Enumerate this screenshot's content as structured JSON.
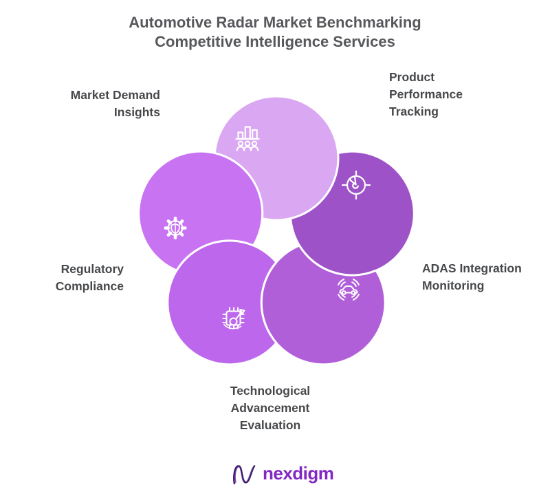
{
  "title": {
    "lines": [
      "Automotive Radar Market Benchmarking",
      "Competitive Intelligence Services"
    ]
  },
  "diagram": {
    "type": "pinwheel-cycle",
    "icon_stroke": "#ffffff",
    "segments": [
      {
        "name": "market-demand-insights",
        "label_lines": [
          "Market Demand",
          "Insights"
        ],
        "color": "#daa7f2",
        "icon": "bar-chart-people-icon",
        "position": "top"
      },
      {
        "name": "product-performance-tracking",
        "label_lines": [
          "Product",
          "Performance",
          "Tracking"
        ],
        "color": "#9e52c7",
        "icon": "gauge-icon",
        "position": "top-right"
      },
      {
        "name": "adas-integration-monitoring",
        "label_lines": [
          "ADAS Integration",
          "Monitoring"
        ],
        "color": "#b15fd9",
        "icon": "car-radar-icon",
        "position": "bottom-right"
      },
      {
        "name": "technological-advancement-evaluation",
        "label_lines": [
          "Technological",
          "Advancement",
          "Evaluation"
        ],
        "color": "#bd68ec",
        "icon": "chip-magnifier-icon",
        "position": "bottom"
      },
      {
        "name": "regulatory-compliance",
        "label_lines": [
          "Regulatory",
          "Compliance"
        ],
        "color": "#c873f2",
        "icon": "gear-shield-icon",
        "position": "left"
      }
    ]
  },
  "footer": {
    "logo_text": "nexdigm",
    "logo_text_color": "#8227c3",
    "mark_dark": "#3c2066",
    "mark_mid": "#8d44c0",
    "mark_light": "#b789e2"
  },
  "colors": {
    "background": "#ffffff",
    "title_text": "#57585c",
    "label_text": "#46484b"
  }
}
